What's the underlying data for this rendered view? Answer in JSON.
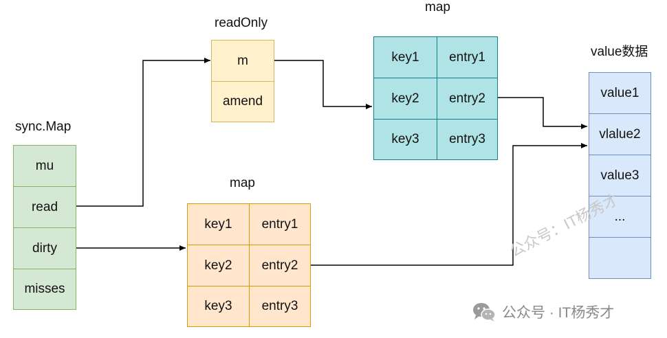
{
  "titles": {
    "sync_map": "sync.Map",
    "read_only": "readOnly",
    "map_top": "map",
    "map_bottom": "map",
    "value_data": "value数据"
  },
  "sync_map": {
    "fields": [
      "mu",
      "read",
      "dirty",
      "misses"
    ]
  },
  "read_only": {
    "fields": [
      "m",
      "amend"
    ]
  },
  "map_top": {
    "rows": [
      {
        "key": "key1",
        "entry": "entry1"
      },
      {
        "key": "key2",
        "entry": "entry2"
      },
      {
        "key": "key3",
        "entry": "entry3"
      }
    ]
  },
  "map_bottom": {
    "rows": [
      {
        "key": "key1",
        "entry": "entry1"
      },
      {
        "key": "key2",
        "entry": "entry2"
      },
      {
        "key": "key3",
        "entry": "entry3"
      }
    ]
  },
  "value_data": {
    "items": [
      "value1",
      "vlalue2",
      "value3",
      "...",
      ""
    ]
  },
  "watermark": {
    "diagonal": "公众号：IT杨秀才",
    "logo_text": "公众号 · IT杨秀才",
    "logo_icon": "wechat-icon"
  },
  "colors": {
    "green_fill": "#d5e8d4",
    "green_stroke": "#82b366",
    "yellow_fill": "#fff2cc",
    "yellow_stroke": "#d6b656",
    "teal_fill": "#b0e3e6",
    "teal_stroke": "#0e8088",
    "orange_fill": "#ffe6cc",
    "orange_stroke": "#d79b00",
    "blue_fill": "#dae8fc",
    "blue_stroke": "#6c8ebf",
    "arrow": "#000000"
  }
}
